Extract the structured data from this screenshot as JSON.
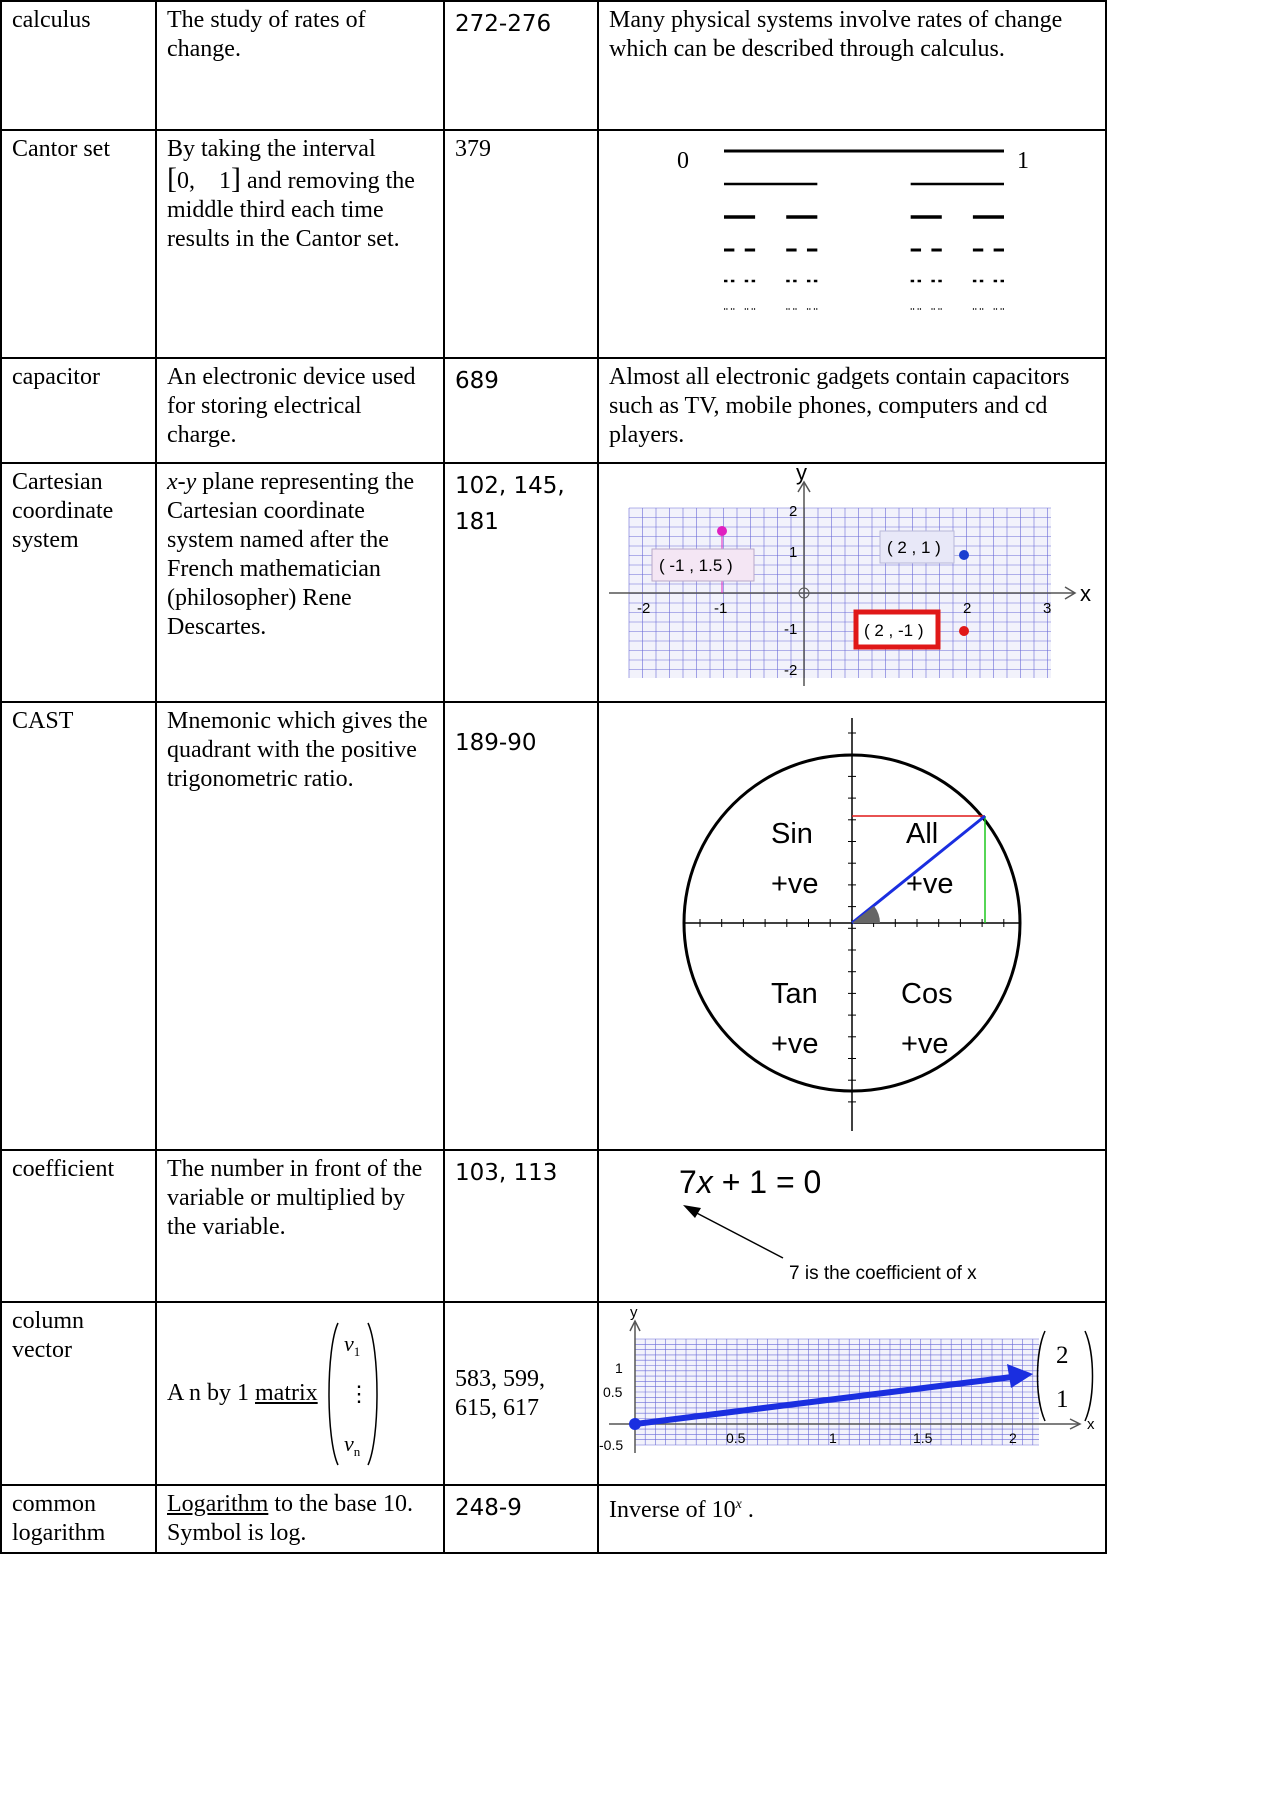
{
  "rows": [
    {
      "term": "calculus",
      "definition": "The study of rates of change.",
      "pages": "272-276",
      "example": "Many physical systems involve rates of change which can be described through calculus."
    },
    {
      "term": "Cantor set",
      "def_pre": "By taking the interval",
      "interval_open": "[",
      "interval_body": "0,    1",
      "interval_close": "]",
      "def_post": "and removing the middle third each time results in the Cantor set.",
      "pages": "379",
      "label_0": "0",
      "label_1": "1"
    },
    {
      "term": "capacitor",
      "definition": "An electronic device used for storing electrical charge.",
      "pages": "689",
      "example": "Almost all electronic gadgets contain capacitors such as TV, mobile phones, computers and cd players."
    },
    {
      "term": "Cartesian coordinate system",
      "def_italic": "x-y",
      "definition": "plane representing the Cartesian coordinate system named after the French mathematician (philosopher) Rene Descartes.",
      "pages": "102, 145, 181",
      "graph": {
        "y_axis": "y",
        "x_axis": "x",
        "x_ticks": [
          "-2",
          "-1",
          "2",
          "3"
        ],
        "y_ticks": [
          "2",
          "1",
          "-1",
          "-2"
        ],
        "points": [
          {
            "label": "( -1 , 1.5 )",
            "color": "#e020c0"
          },
          {
            "label": "( 2 , 1 )",
            "color": "#1a3fd0"
          },
          {
            "label": "( 2 , -1 )",
            "color": "#e01818"
          }
        ]
      }
    },
    {
      "term": "CAST",
      "definition": "Mnemonic which gives the quadrant with the positive trigonometric ratio.",
      "pages": "189-90",
      "quadrants": {
        "sin": "Sin",
        "all": "All",
        "tan": "Tan",
        "cos": "Cos",
        "sign": "+ve"
      }
    },
    {
      "term": "coefficient",
      "definition": "The number in front of the variable or multiplied by the variable.",
      "pages": "103, 113",
      "equation": {
        "c": "7",
        "v": "x",
        "rest": " + 1 = 0"
      },
      "note": "7 is the coefficient of x"
    },
    {
      "term": "column vector",
      "def_pre": "A n by 1",
      "def_link": "matrix",
      "v_top": "v",
      "v_top_sub": "1",
      "v_dots": "⋮",
      "v_bot": "v",
      "v_bot_sub": "n",
      "pages": "583, 599, 615, 617",
      "graph": {
        "y_axis": "y",
        "x_axis": "x",
        "y_ticks": [
          "1",
          "0.5",
          "-0.5"
        ],
        "x_ticks": [
          "0.5",
          "1",
          "1.5",
          "2"
        ],
        "vector_top": "2",
        "vector_bottom": "1"
      }
    },
    {
      "term": "common logarithm",
      "def_link": "Logarithm",
      "def_post": " to the base 10. Symbol is log.",
      "pages": "248-9",
      "ex_pre": "Inverse of ",
      "ex_base": "10",
      "ex_exp": "x",
      "ex_post": " ."
    }
  ],
  "colors": {
    "grid": "#6a6ad8",
    "grid_bg": "#f2f2fb",
    "red_line": "#e01818",
    "blue_line": "#1a2ee0",
    "green_line": "#1ec81e",
    "vector": "#1a2ee0"
  }
}
